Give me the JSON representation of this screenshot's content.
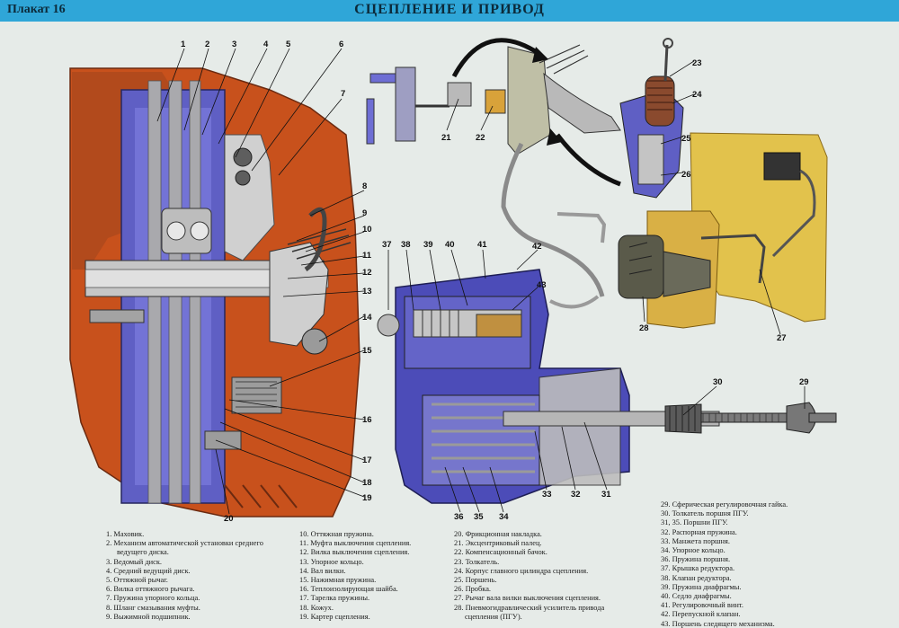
{
  "poster": {
    "plate_label": "Плакат 16",
    "title": "СЦЕПЛЕНИЕ И ПРИВОД"
  },
  "callout_numbers": [
    "1",
    "2",
    "3",
    "4",
    "5",
    "6",
    "7",
    "8",
    "9",
    "10",
    "11",
    "12",
    "13",
    "14",
    "15",
    "16",
    "17",
    "18",
    "19",
    "20",
    "21",
    "22",
    "23",
    "24",
    "25",
    "26",
    "27",
    "28",
    "29",
    "30",
    "31",
    "32",
    "33",
    "34",
    "35",
    "36",
    "37",
    "38",
    "39",
    "40",
    "41",
    "42",
    "43"
  ],
  "legend": {
    "col1": [
      "1. Маховик.",
      "2. Механизм автоматической установки среднего",
      "ведущего диска.",
      "3. Ведомый диск.",
      "4. Средний ведущий диск.",
      "5. Оттяжной рычаг.",
      "6. Вилка оттяжного рычага.",
      "7. Пружина упорного кольца.",
      "8. Шланг смазывания муфты.",
      "9. Выжимной подшипник."
    ],
    "col2": [
      "10. Оттяжная пружина.",
      "11. Муфта выключения сцепления.",
      "12. Вилка выключения сцепления.",
      "13. Упорное кольцо.",
      "14. Вал вилки.",
      "15. Нажимная пружина.",
      "16. Теплоизолирующая шайба.",
      "17. Тарелка пружины.",
      "18. Кожух.",
      "19. Картер сцепления."
    ],
    "col3": [
      "20. Фрикционная накладка.",
      "21. Эксцентриковый палец.",
      "22. Компенсационный бачок.",
      "23. Толкатель.",
      "24. Корпус главного цилиндра сцепления.",
      "25. Поршень.",
      "26. Пробка.",
      "27. Рычаг вала вилки выключения сцепления.",
      "28. Пневмогидравлический усилитель привода",
      "сцепления (ПГУ)."
    ],
    "col4": [
      "29. Сферическая регулировочная гайка.",
      "30. Толкатель поршня ПГУ.",
      "31, 35. Поршни ПГУ.",
      "32. Распорная пружина.",
      "33. Манжета поршня.",
      "34. Упорное кольцо.",
      "36. Пружина поршня.",
      "37. Крышка редуктора.",
      "38. Клапан редуктора.",
      "39. Пружина диафрагмы.",
      "40. Седло диафрагмы.",
      "41. Регулировочный винт.",
      "42. Перепускной клапан.",
      "43. Поршень следящего механизма."
    ]
  }
}
